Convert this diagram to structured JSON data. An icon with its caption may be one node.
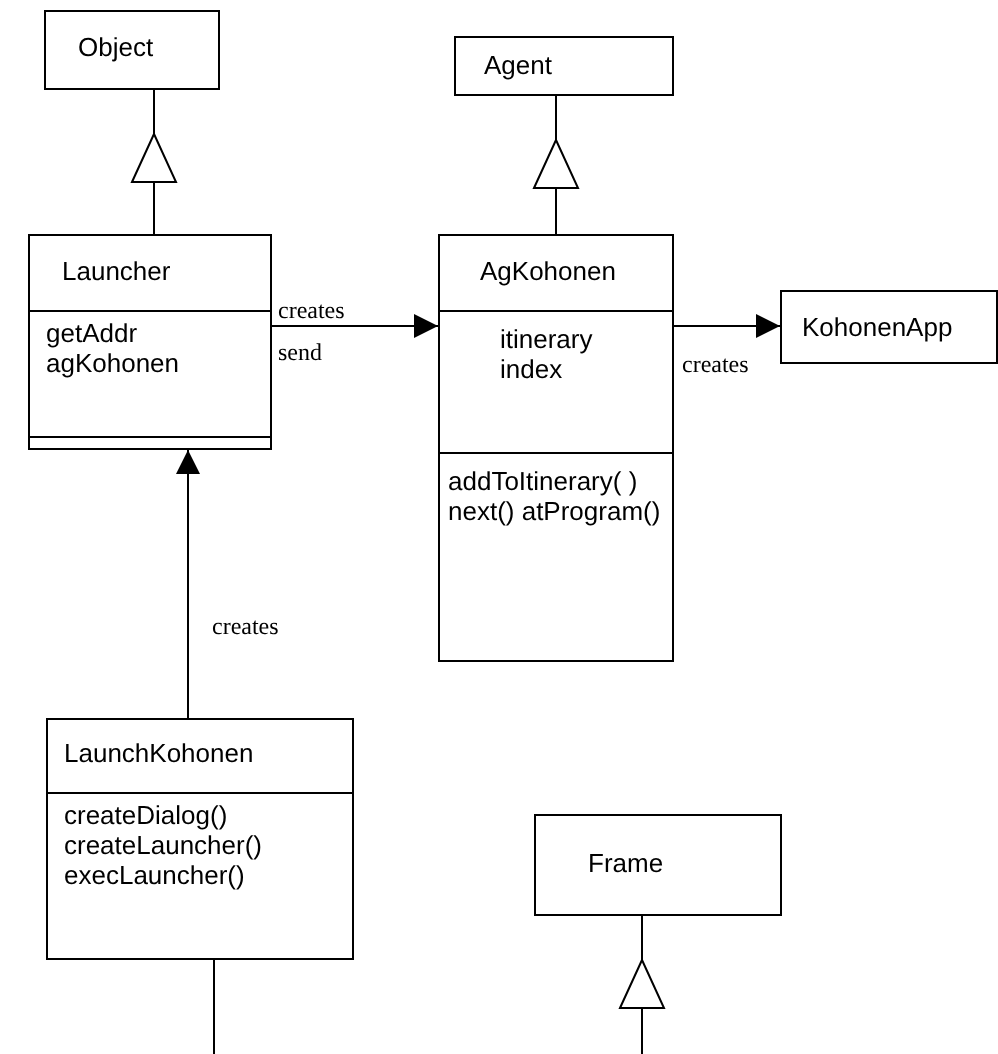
{
  "diagram": {
    "nodes": [
      {
        "text": [
          "Object"
        ]
      },
      {
        "text": [
          "Agent"
        ]
      },
      {
        "text": [
          "Launcher",
          "getAddr agKohonen"
        ]
      },
      {
        "text": [
          "AgKohonen",
          "itinerary index",
          "addToItinerary( ) next() atProgram()"
        ]
      },
      {
        "text": [
          "KohonenApp"
        ]
      },
      {
        "text": [
          "LaunchKohonen",
          "createDialog() createLauncher() execLauncher()"
        ]
      },
      {
        "text": [
          "Frame"
        ]
      }
    ],
    "edges": [
      {
        "from": 2,
        "to": 0,
        "arrow": "to"
      },
      {
        "from": 3,
        "to": 1,
        "arrow": "to"
      },
      {
        "from": 2,
        "to": 3,
        "arrow": "to",
        "label": "creates"
      },
      {
        "from": 3,
        "to": 4,
        "arrow": "to",
        "label": "creates"
      },
      {
        "from": 5,
        "to": 2,
        "arrow": "to",
        "label": "creates"
      },
      {
        "from": 5,
        "to": null,
        "arrow": "none"
      },
      {
        "from": null,
        "to": 6,
        "arrow": "to"
      }
    ],
    "labels": [
      "send"
    ]
  }
}
